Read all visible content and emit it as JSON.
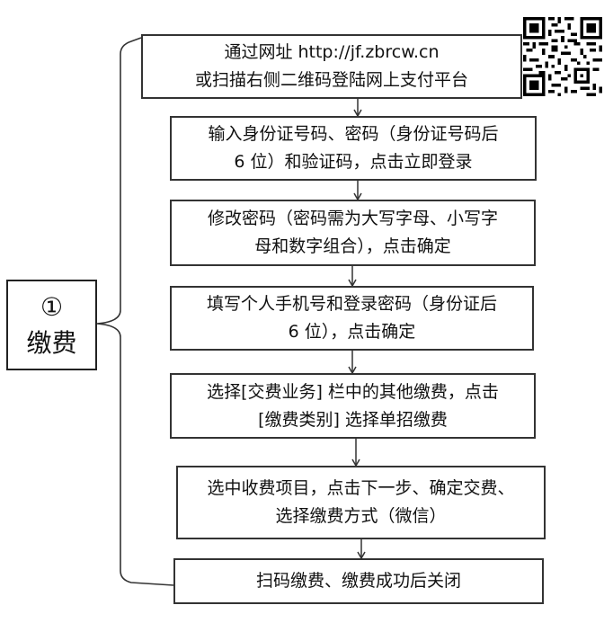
{
  "side_label": {
    "number": "①",
    "title": "缴费"
  },
  "steps": [
    {
      "lines": [
        "通过网址 http://jf.zbrcw.cn",
        "或扫描右侧二维码登陆网上支付平台"
      ]
    },
    {
      "lines": [
        "输入身份证号码、密码（身份证号码后",
        "6 位）和验证码，点击立即登录"
      ]
    },
    {
      "lines": [
        "修改密码（密码需为大写字母、小写字",
        "母和数字组合），点击确定"
      ]
    },
    {
      "lines": [
        "填写个人手机号和登录密码（身份证后",
        "6 位），点击确定"
      ]
    },
    {
      "lines": [
        "选择[交费业务] 栏中的其他缴费，点击",
        "[缴费类别] 选择单招缴费"
      ]
    },
    {
      "lines": [
        "选中收费项目，点击下一步、确定交费、",
        "选择缴费方式（微信）"
      ]
    },
    {
      "lines": [
        "扫码缴费、缴费成功后关闭"
      ]
    }
  ],
  "qr_code": {
    "icon": "qr-code-icon"
  }
}
